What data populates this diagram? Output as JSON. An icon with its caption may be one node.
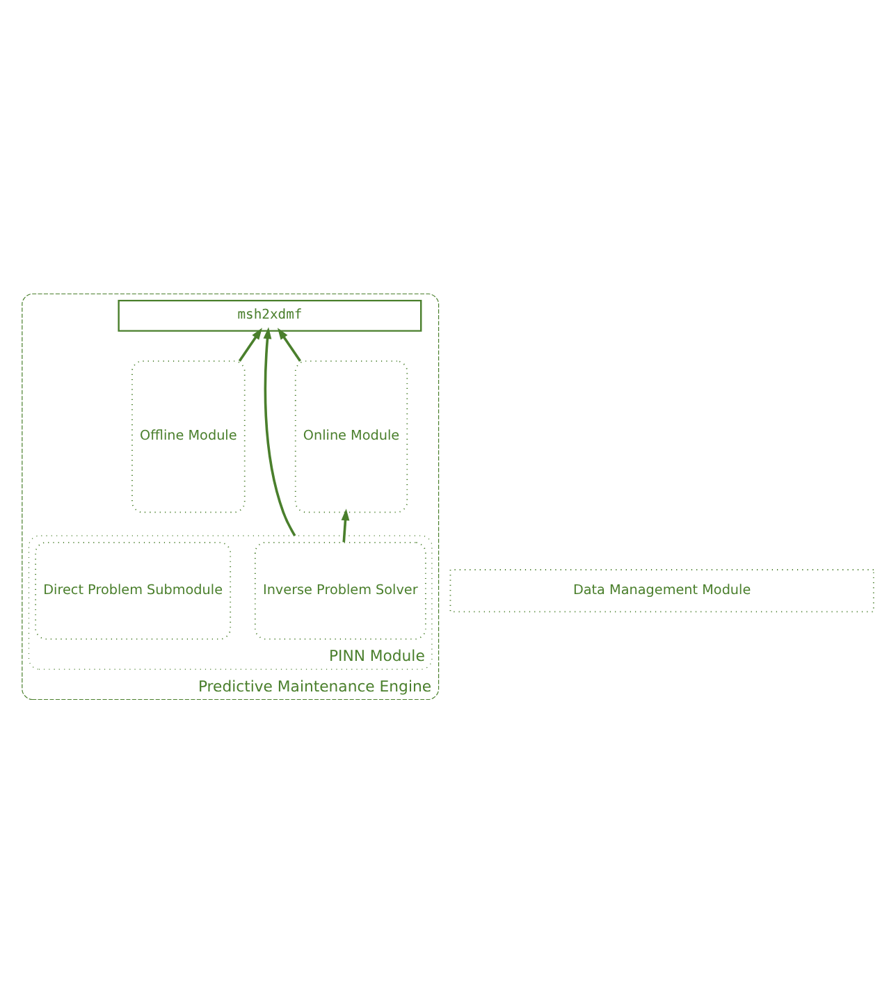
{
  "diagram": {
    "nodes": [
      {
        "text": [
          "Predictive Maintenance Engine"
        ]
      },
      {
        "text": [
          "msh2xdmf"
        ],
        "in": 0
      },
      {
        "text": [
          "Offline Module"
        ],
        "in": 0
      },
      {
        "text": [
          "Online Module"
        ],
        "in": 0
      },
      {
        "text": [
          "PINN Module"
        ],
        "in": 0
      },
      {
        "text": [
          "Inverse Problem Solver"
        ],
        "in": 4
      },
      {
        "text": [
          "Direct Problem Submodule"
        ],
        "in": 4
      },
      {
        "text": [
          "Data Management Module"
        ]
      }
    ],
    "edges": [
      {
        "from": 2,
        "to": 1,
        "arrow": "to"
      },
      {
        "from": 3,
        "to": 1,
        "arrow": "to"
      },
      {
        "from": 4,
        "to": 1,
        "arrow": "to"
      },
      {
        "from": 5,
        "to": 3,
        "arrow": "to"
      }
    ]
  }
}
